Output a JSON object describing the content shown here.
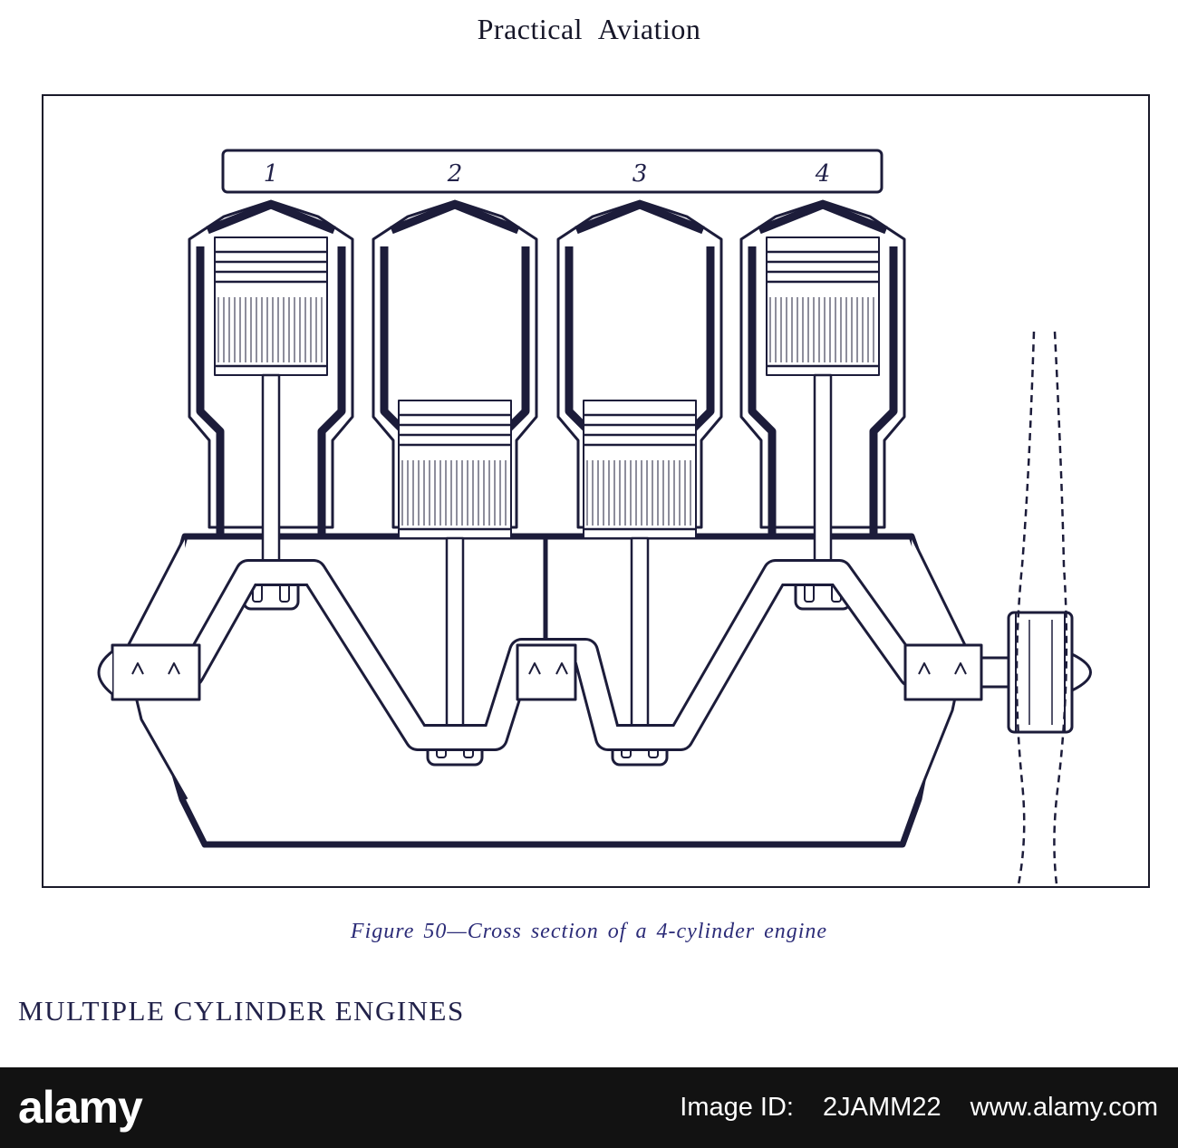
{
  "page": {
    "running_head": "Practical Aviation",
    "caption": "Figure 50—Cross section of a 4-cylinder engine",
    "section_heading": "MULTIPLE CYLINDER ENGINES"
  },
  "figure": {
    "cylinder_labels": [
      "1",
      "2",
      "3",
      "4"
    ]
  },
  "watermark": {
    "logo_text": "alamy",
    "image_id_label": "Image ID:",
    "image_id": "2JAMM22",
    "website": "www.alamy.com"
  },
  "colors": {
    "ink": "#1c1c3a",
    "caption_ink": "#2c2c78",
    "footer_bar": "#121212"
  }
}
